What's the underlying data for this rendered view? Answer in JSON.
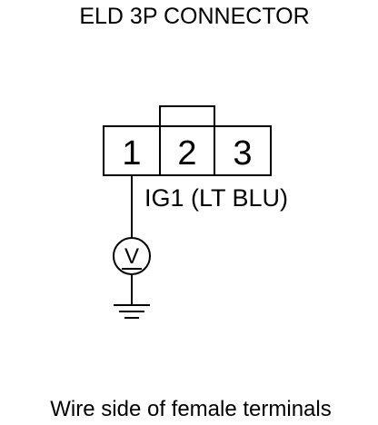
{
  "title": "ELD 3P CONNECTOR",
  "connector": {
    "pins": [
      "1",
      "2",
      "3"
    ]
  },
  "wire": {
    "label": "IG1 (LT BLU)",
    "pin": "1"
  },
  "voltmeter": {
    "symbol": "V"
  },
  "footer": "Wire side of female terminals",
  "colors": {
    "ink": "#000000",
    "background": "#ffffff"
  },
  "icons": [
    "voltmeter-icon",
    "ground-icon"
  ]
}
